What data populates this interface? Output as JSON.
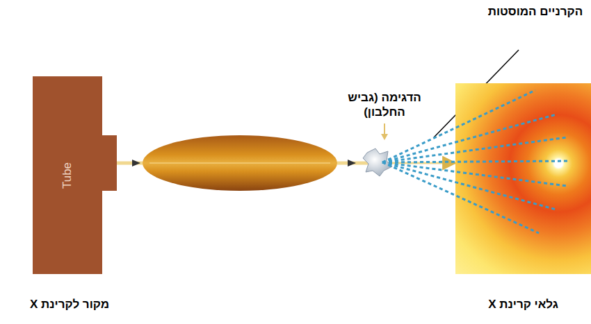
{
  "diagram": {
    "nodes": [
      {
        "text": [
          "Tube",
          "מקור לקרינת X"
        ]
      },
      {
        "text": [
          "גלאי קרינת X"
        ]
      }
    ],
    "edges": [
      {
        "from": 0,
        "to": 1,
        "arrow": "to"
      }
    ],
    "labels": [
      "הדגימה (גביש החלבון)",
      "הקרניים המוסטות"
    ]
  }
}
